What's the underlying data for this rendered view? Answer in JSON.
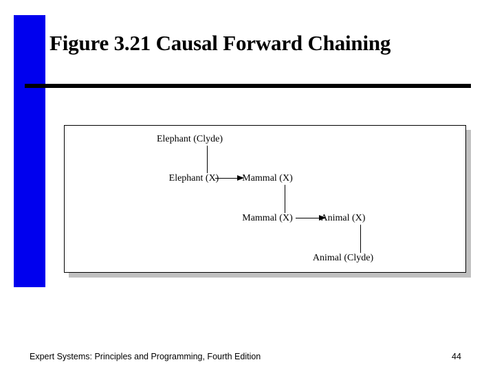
{
  "slide": {
    "title": "Figure 3.21 Causal Forward Chaining",
    "accent_color": "#0000ee",
    "rule_color": "#000000",
    "background_color": "#ffffff"
  },
  "figure": {
    "border_color": "#000000",
    "shadow_color": "#c0c0c0",
    "nodes": [
      {
        "id": "elephant-clyde",
        "label": "Elephant (Clyde)"
      },
      {
        "id": "elephant-x",
        "label": "Elephant (X)"
      },
      {
        "id": "mammal-x-top",
        "label": "Mammal (X)"
      },
      {
        "id": "mammal-x-lower",
        "label": "Mammal (X)"
      },
      {
        "id": "animal-x",
        "label": "Animal (X)"
      },
      {
        "id": "animal-clyde",
        "label": "Animal (Clyde)"
      }
    ],
    "edges": [
      {
        "from": "elephant-clyde",
        "to": "elephant-x",
        "kind": "vertical"
      },
      {
        "from": "elephant-x",
        "to": "mammal-x-top",
        "kind": "arrow"
      },
      {
        "from": "mammal-x-top",
        "to": "mammal-x-lower",
        "kind": "vertical"
      },
      {
        "from": "mammal-x-lower",
        "to": "animal-x",
        "kind": "arrow"
      },
      {
        "from": "animal-x",
        "to": "animal-clyde",
        "kind": "vertical"
      }
    ]
  },
  "footer": {
    "source": "Expert Systems: Principles and Programming, Fourth Edition",
    "page_number": "44"
  }
}
